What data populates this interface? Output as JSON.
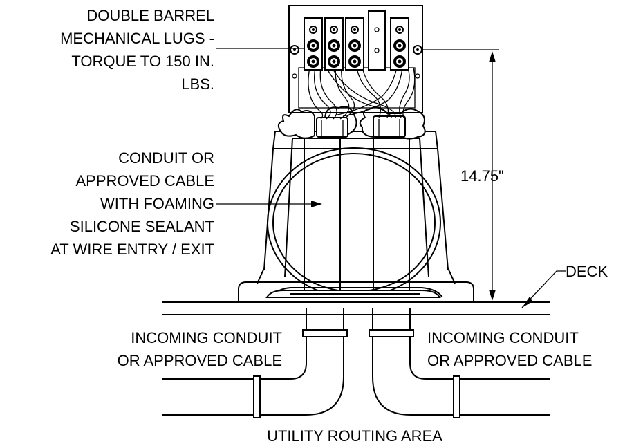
{
  "colors": {
    "line": "#000000",
    "background": "#ffffff"
  },
  "labels": {
    "lugs": [
      "DOUBLE BARREL",
      "MECHANICAL LUGS -",
      "TORQUE TO 150 IN.",
      "LBS."
    ],
    "conduit": [
      "CONDUIT OR",
      "APPROVED CABLE",
      "WITH FOAMING",
      "SILICONE SEALANT",
      "AT WIRE ENTRY / EXIT"
    ],
    "dimension": "14.75\"",
    "deck": "DECK",
    "incoming_left": [
      "INCOMING CONDUIT",
      "OR APPROVED CABLE"
    ],
    "incoming_right": [
      "INCOMING CONDUIT",
      "OR APPROVED CABLE"
    ],
    "routing": "UTILITY ROUTING AREA"
  }
}
